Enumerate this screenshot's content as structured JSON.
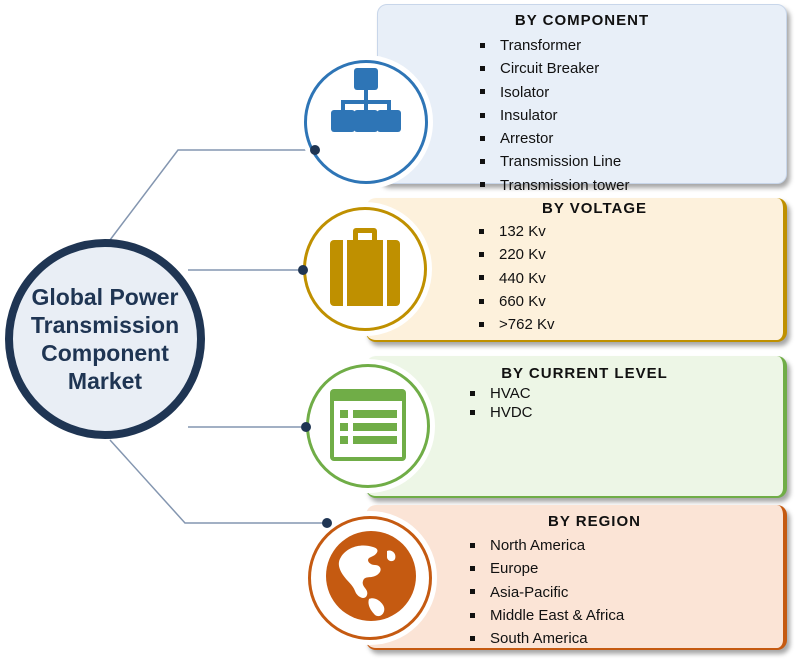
{
  "center": {
    "title_lines": [
      "Global Power",
      "Transmission",
      "Component",
      "Market"
    ]
  },
  "panels": [
    {
      "title": "BY COMPONENT",
      "icon": "org-chart-icon",
      "color": "#2e75b6",
      "fill": "#e8eff8",
      "items": [
        "Transformer",
        "Circuit Breaker",
        "Isolator",
        "Insulator",
        "Arrestor",
        "Transmission Line",
        "Transmission tower"
      ]
    },
    {
      "title": "BY VOLTAGE",
      "icon": "briefcase-icon",
      "color": "#bf9000",
      "fill": "#fdf1dc",
      "items": [
        "132 Kv",
        "220 Kv",
        "440 Kv",
        "660 Kv",
        ">762 Kv"
      ]
    },
    {
      "title": "BY CURRENT  LEVEL",
      "icon": "form-window-icon",
      "color": "#70ad47",
      "fill": "#edf6e6",
      "items": [
        "HVAC",
        "HVDC"
      ]
    },
    {
      "title": "BY REGION",
      "icon": "globe-icon",
      "color": "#c55a11",
      "fill": "#fbe4d6",
      "items": [
        "North America",
        "Europe",
        "Asia-Pacific",
        "Middle East & Africa",
        "South America"
      ]
    }
  ],
  "colors": {
    "hub_border": "#1f3553",
    "hub_fill": "#e9eef5",
    "connector": "#8496b0"
  }
}
